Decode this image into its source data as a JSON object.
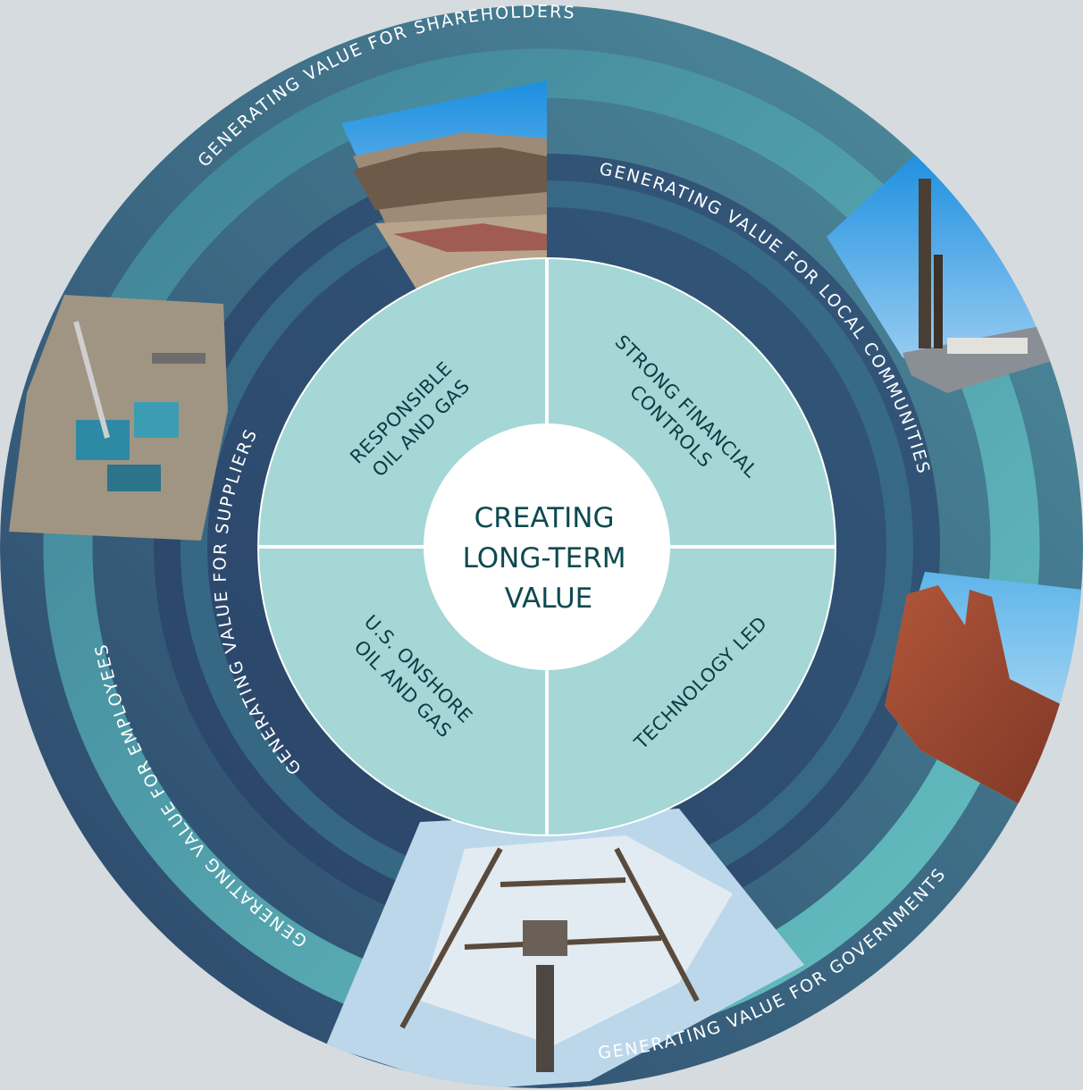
{
  "center": {
    "lines": [
      "CREATING",
      "LONG-TERM",
      "VALUE"
    ]
  },
  "quadrants": [
    {
      "id": "responsible",
      "lines": [
        "RESPONSIBLE",
        "OIL AND GAS"
      ]
    },
    {
      "id": "financial",
      "lines": [
        "STRONG FINANCIAL",
        "CONTROLS"
      ]
    },
    {
      "id": "technology",
      "lines": [
        "TECHNOLOGY LED"
      ]
    },
    {
      "id": "onshore",
      "lines": [
        "U.S. ONSHORE",
        "OIL AND GAS"
      ]
    }
  ],
  "outer_labels": [
    {
      "id": "shareholders",
      "text": "GENERATING VALUE FOR SHAREHOLDERS"
    },
    {
      "id": "local-communities",
      "text": "GENERATING VALUE FOR LOCAL COMMUNITIES"
    },
    {
      "id": "suppliers",
      "text": "GENERATING VALUE FOR SUPPLIERS"
    },
    {
      "id": "employees",
      "text": "GENERATING VALUE FOR EMPLOYEES"
    },
    {
      "id": "governments",
      "text": "GENERATING VALUE FOR GOVERNMENTS"
    }
  ],
  "photos": [
    {
      "id": "desert-mesa",
      "icon": "desert-mesa-photo"
    },
    {
      "id": "drilling-rig",
      "icon": "drilling-rig-photo"
    },
    {
      "id": "red-rock-formation",
      "icon": "red-rock-photo"
    },
    {
      "id": "rig-from-below",
      "icon": "rig-underside-photo"
    },
    {
      "id": "aerial-rig-site",
      "icon": "aerial-site-photo"
    }
  ],
  "colors": {
    "background": "#d5dbdf",
    "navy": "#2c4a6e",
    "teal": "#5db8bc",
    "quadrant_fill": "#a4d7d5",
    "center_text": "#0d4a50",
    "quadrant_text": "#0f3a45"
  }
}
